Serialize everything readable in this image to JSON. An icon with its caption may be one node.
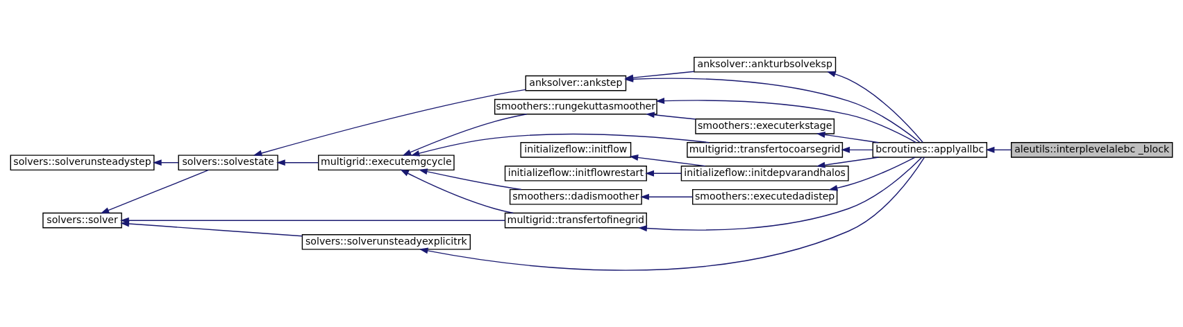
{
  "diagram": {
    "nodes": [
      {
        "text": [
          "aleutils::interplevelalebc _block"
        ]
      },
      {
        "text": [
          "bcroutines::applyallbc"
        ]
      },
      {
        "text": [
          "anksolver::ankturbsolveksp"
        ]
      },
      {
        "text": [
          "anksolver::ankstep"
        ]
      },
      {
        "text": [
          "smoothers::rungekuttasmoother"
        ]
      },
      {
        "text": [
          "smoothers::executerkstage"
        ]
      },
      {
        "text": [
          "multigrid::transfertocoarsegrid"
        ]
      },
      {
        "text": [
          "initializeflow::initdepvarandhalos"
        ]
      },
      {
        "text": [
          "smoothers::executedadistep"
        ]
      },
      {
        "text": [
          "multigrid::transfertofinegrid"
        ]
      },
      {
        "text": [
          "solvers::solverunsteadyexplicitrk"
        ]
      },
      {
        "text": [
          "solvers::solvestate"
        ]
      },
      {
        "text": [
          "multigrid::executemgcycle"
        ]
      },
      {
        "text": [
          "initializeflow::initflow"
        ]
      },
      {
        "text": [
          "initializeflow::initflowrestart"
        ]
      },
      {
        "text": [
          "smoothers::dadismoother"
        ]
      },
      {
        "text": [
          "solvers::solverunsteadystep"
        ]
      },
      {
        "text": [
          "solvers::solver"
        ]
      }
    ],
    "edges": [
      {
        "from": 0,
        "to": 1,
        "arrow": "to"
      },
      {
        "from": 1,
        "to": 2,
        "arrow": "to"
      },
      {
        "from": 1,
        "to": 3,
        "arrow": "to"
      },
      {
        "from": 1,
        "to": 4,
        "arrow": "to"
      },
      {
        "from": 1,
        "to": 5,
        "arrow": "to"
      },
      {
        "from": 1,
        "to": 6,
        "arrow": "to"
      },
      {
        "from": 1,
        "to": 7,
        "arrow": "to"
      },
      {
        "from": 1,
        "to": 8,
        "arrow": "to"
      },
      {
        "from": 1,
        "to": 9,
        "arrow": "to"
      },
      {
        "from": 1,
        "to": 10,
        "arrow": "to"
      },
      {
        "from": 2,
        "to": 3,
        "arrow": "to"
      },
      {
        "from": 3,
        "to": 11,
        "arrow": "to"
      },
      {
        "from": 5,
        "to": 4,
        "arrow": "to"
      },
      {
        "from": 4,
        "to": 12,
        "arrow": "to"
      },
      {
        "from": 6,
        "to": 12,
        "arrow": "to"
      },
      {
        "from": 7,
        "to": 13,
        "arrow": "to"
      },
      {
        "from": 7,
        "to": 14,
        "arrow": "to"
      },
      {
        "from": 8,
        "to": 15,
        "arrow": "to"
      },
      {
        "from": 15,
        "to": 12,
        "arrow": "to"
      },
      {
        "from": 9,
        "to": 12,
        "arrow": "to"
      },
      {
        "from": 9,
        "to": 17,
        "arrow": "to"
      },
      {
        "from": 10,
        "to": 17,
        "arrow": "to"
      },
      {
        "from": 12,
        "to": 11,
        "arrow": "to"
      },
      {
        "from": 11,
        "to": 16,
        "arrow": "to"
      },
      {
        "from": 11,
        "to": 17,
        "arrow": "to"
      }
    ]
  }
}
